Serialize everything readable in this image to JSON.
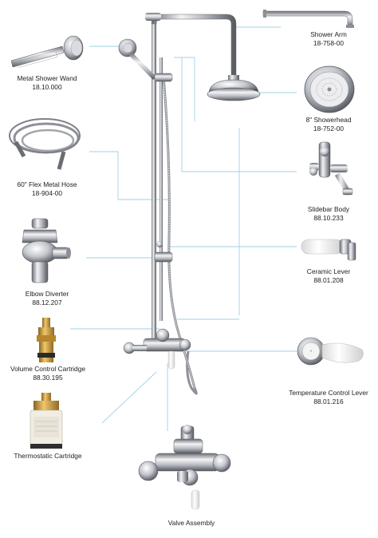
{
  "parts": {
    "shower_arm": {
      "name": "Shower Arm",
      "number": "18-758-00"
    },
    "showerhead": {
      "name": "8\" Showerhead",
      "number": "18-752-00"
    },
    "slidebar_body": {
      "name": "Slidebar Body",
      "number": "88.10.233"
    },
    "ceramic_lever": {
      "name": "Ceramic Lever",
      "number": "88.01.208"
    },
    "temperature_control_lever": {
      "name": "Temperature Control Lever",
      "number": "88.01.216"
    },
    "metal_shower_wand": {
      "name": "Metal Shower Wand",
      "number": "18.10.000"
    },
    "flex_metal_hose": {
      "name": "60\" Flex Metal Hose",
      "number": "18-904-00"
    },
    "elbow_diverter": {
      "name": "Elbow Diverter",
      "number": "88.12.207"
    },
    "volume_control_cartridge": {
      "name": "Volume Control Cartridge",
      "number": "88.30.195"
    },
    "thermostatic_cartridge": {
      "name": "Thermostatic Cartridge"
    },
    "valve_assembly": {
      "name": "Valve Assembly"
    }
  },
  "colors": {
    "leader_line": "#9fd2e6",
    "chrome_light": "#f2f2f4",
    "chrome_dark": "#5c5f66",
    "brass": "#c89a3a",
    "ceramic": "#ffffff"
  }
}
